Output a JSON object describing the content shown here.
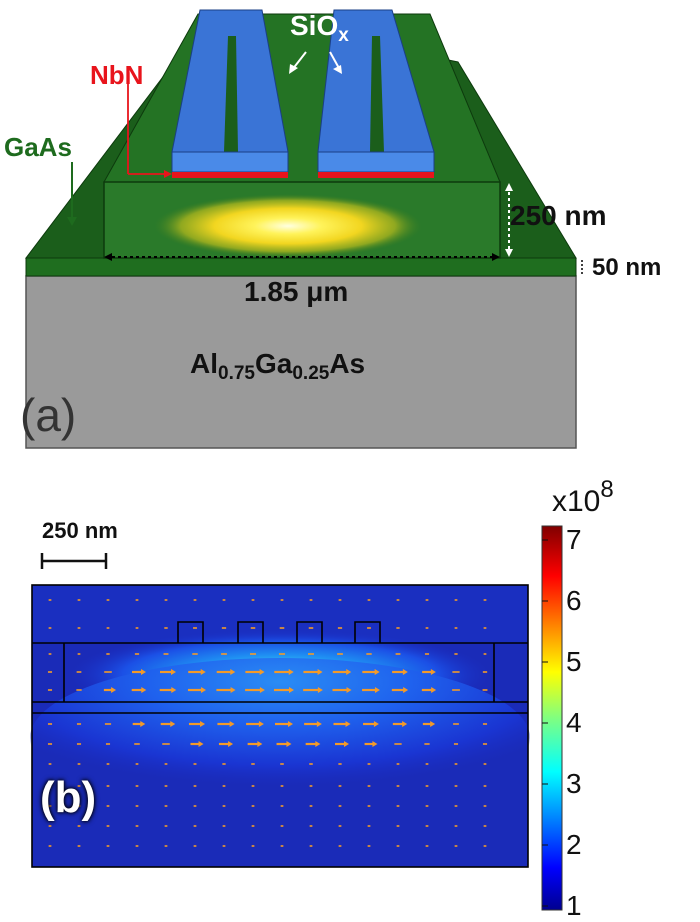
{
  "panel_a": {
    "tag": "(a)",
    "labels": {
      "sio": "SiO",
      "sio_sub": "x",
      "nbn": "NbN",
      "gaas": "GaAs",
      "thick_250": "250 nm",
      "thick_50": "50 nm",
      "width": "1.85 μm",
      "substrate_al": "Al",
      "substrate_al_sub": "0.75",
      "substrate_ga": "Ga",
      "substrate_ga_sub": "0.25",
      "substrate_as": "As"
    },
    "colors": {
      "gaas": "#1e6b1e",
      "gaas_dark": "#134d13",
      "sio": "#3a74d6",
      "nbn": "#e8141c",
      "substrate": "#9a9a9a",
      "mode": "#f5e61a",
      "label_nbn": "#e8141c",
      "label_gaas": "#1e6b1e"
    }
  },
  "panel_b": {
    "tag": "(b)",
    "scale_bar": "250 nm",
    "colorbar": {
      "multiplier": "x10",
      "exponent": "8",
      "ticks": [
        "7",
        "6",
        "5",
        "4",
        "3",
        "2",
        "1"
      ]
    }
  }
}
